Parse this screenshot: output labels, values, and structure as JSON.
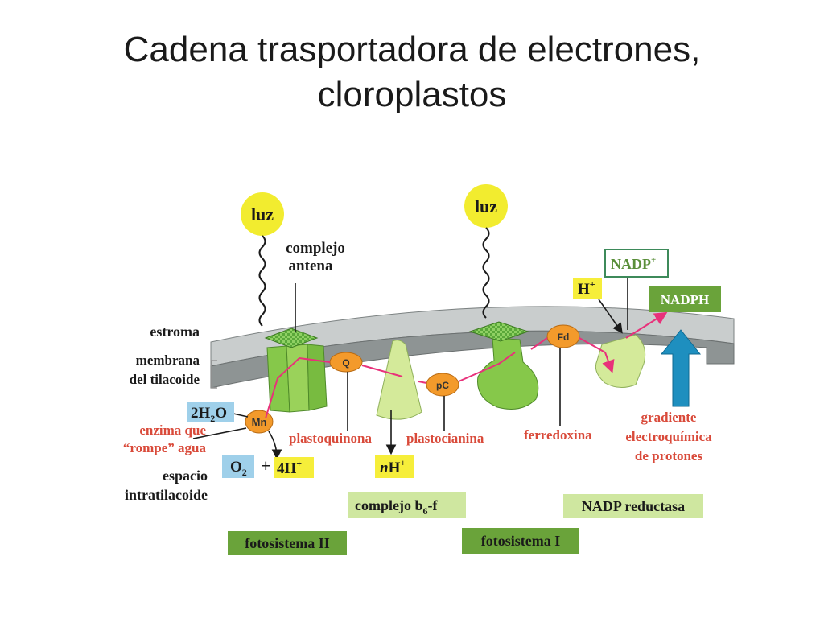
{
  "title": {
    "line1": "Cadena trasportadora de electrones,",
    "line2": "cloroplastos"
  },
  "labels": {
    "luz1": "luz",
    "luz2": "luz",
    "complejo": "complejo",
    "antena": "antena",
    "estroma": "estroma",
    "membrana": "membrana",
    "del_tilacoide": "del tilacoide",
    "water": "2H",
    "water_sub": "2",
    "water_o": "O",
    "enzima1": "enzima que",
    "enzima2": "“rompe” agua",
    "espacio": "espacio",
    "intratilacoide": "intratilacoide",
    "o2": "O",
    "o2_sub": "2",
    "plus": "+",
    "fourh": "4H",
    "fourh_sup": "+",
    "mn": "Mn",
    "q": "Q",
    "pc": "pC",
    "fd": "Fd",
    "plastoquinona": "plastoquinona",
    "plastocianina": "plastocianina",
    "ferredoxina": "ferredoxina",
    "nh_n": "n",
    "nh_h": "H",
    "nh_sup": "+",
    "hplus": "H",
    "hplus_sup": "+",
    "nadp": "NADP",
    "nadp_sup": "+",
    "nadph": "NADPH",
    "gradiente1": "gradiente",
    "gradiente2": "electroquímica",
    "gradiente3": "de protones",
    "complejo_b6f": "complejo b",
    "b6_sub": "6",
    "b6f_suffix": "-f",
    "nadp_reductasa": "NADP reductasa",
    "fotosistema2": "fotosistema II",
    "fotosistema1": "fotosistema I"
  },
  "colors": {
    "light": "#f2ec2f",
    "membrane_top": "#c9cdcd",
    "membrane_side": "#8e9494",
    "protein_green": "#86c84a",
    "protein_light": "#d4ea9a",
    "carrier_orange": "#f39a2b",
    "label_red": "#d94a3a",
    "box_blue": "#9fd0ea",
    "box_yellow": "#f6ee3a",
    "box_green": "#6aa33a",
    "box_lightgreen": "#cfe7a0",
    "arrow_blue": "#1e8fbf",
    "electron_path": "#e8317a"
  }
}
